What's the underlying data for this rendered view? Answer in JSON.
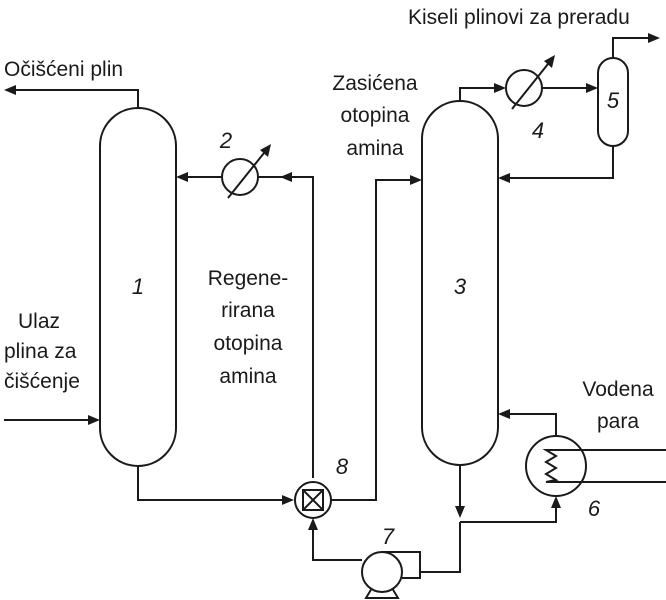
{
  "labels": {
    "clean_gas": "Očišćeni plin",
    "inlet_line1": "Ulaz",
    "inlet_line2": "plina za",
    "inlet_line3": "čišćenje",
    "regen_line1": "Regene-",
    "regen_line2": "rirana",
    "regen_line3": "otopina",
    "regen_line4": "amina",
    "saturated_line1": "Zasićena",
    "saturated_line2": "otopina",
    "saturated_line3": "amina",
    "acid_gases": "Kiseli plinovi za preradu",
    "steam_line1": "Vodena",
    "steam_line2": "para"
  },
  "equipment": {
    "absorber": "1",
    "cooler_regen": "2",
    "stripper": "3",
    "condenser": "4",
    "separator": "5",
    "reboiler": "6",
    "pump": "7",
    "heat_exchanger": "8"
  }
}
